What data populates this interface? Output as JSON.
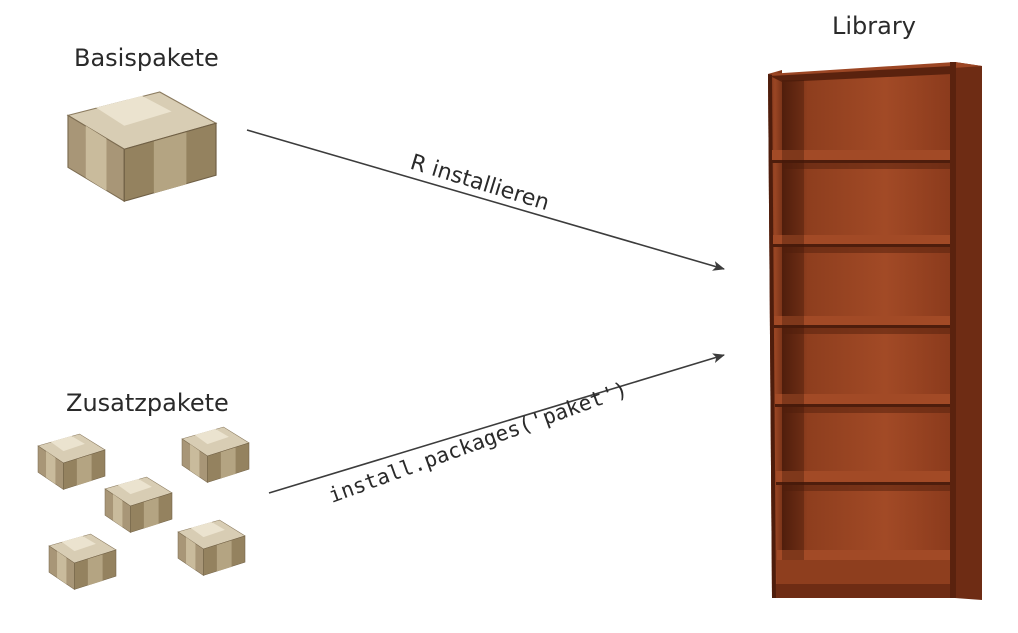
{
  "nodes": {
    "basis": {
      "label": "Basispakete"
    },
    "zusatz": {
      "label": "Zusatzpakete"
    },
    "library": {
      "label": "Library"
    }
  },
  "edges": [
    {
      "from": "basis",
      "to": "library",
      "label": "R installieren"
    },
    {
      "from": "zusatz",
      "to": "library",
      "label": "install.packages('paket')"
    }
  ],
  "colors": {
    "text": "#2a2a2a",
    "arrow": "#3c3c3c",
    "cardboard_dark": "#a8987a",
    "cardboard_light": "#e6ddc8",
    "wood_main": "#8a3c20",
    "wood_dark": "#4e1d0c",
    "wood_light": "#a44a26"
  }
}
